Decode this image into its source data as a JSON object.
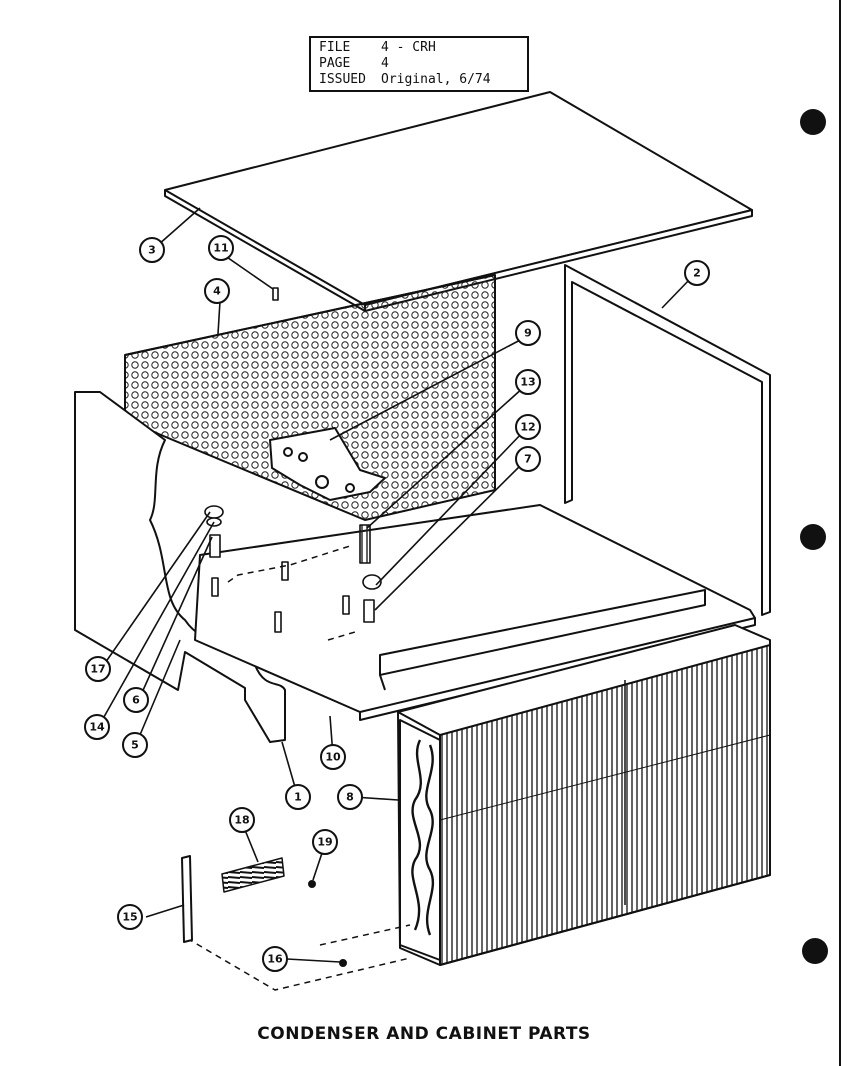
{
  "header": {
    "file_label": "FILE",
    "file_value": "4 - CRH",
    "page_label": "PAGE",
    "page_value": "4",
    "issued_label": "ISSUED",
    "issued_value": "Original, 6/74"
  },
  "callouts": {
    "c1": "1",
    "c2": "2",
    "c3": "3",
    "c4": "4",
    "c5": "5",
    "c6": "6",
    "c7": "7",
    "c8": "8",
    "c9": "9",
    "c10": "10",
    "c11": "11",
    "c12": "12",
    "c13": "13",
    "c14": "14",
    "c15": "15",
    "c16": "16",
    "c17": "17",
    "c18": "18",
    "c19": "19"
  },
  "caption": "CONDENSER AND CABINET PARTS"
}
